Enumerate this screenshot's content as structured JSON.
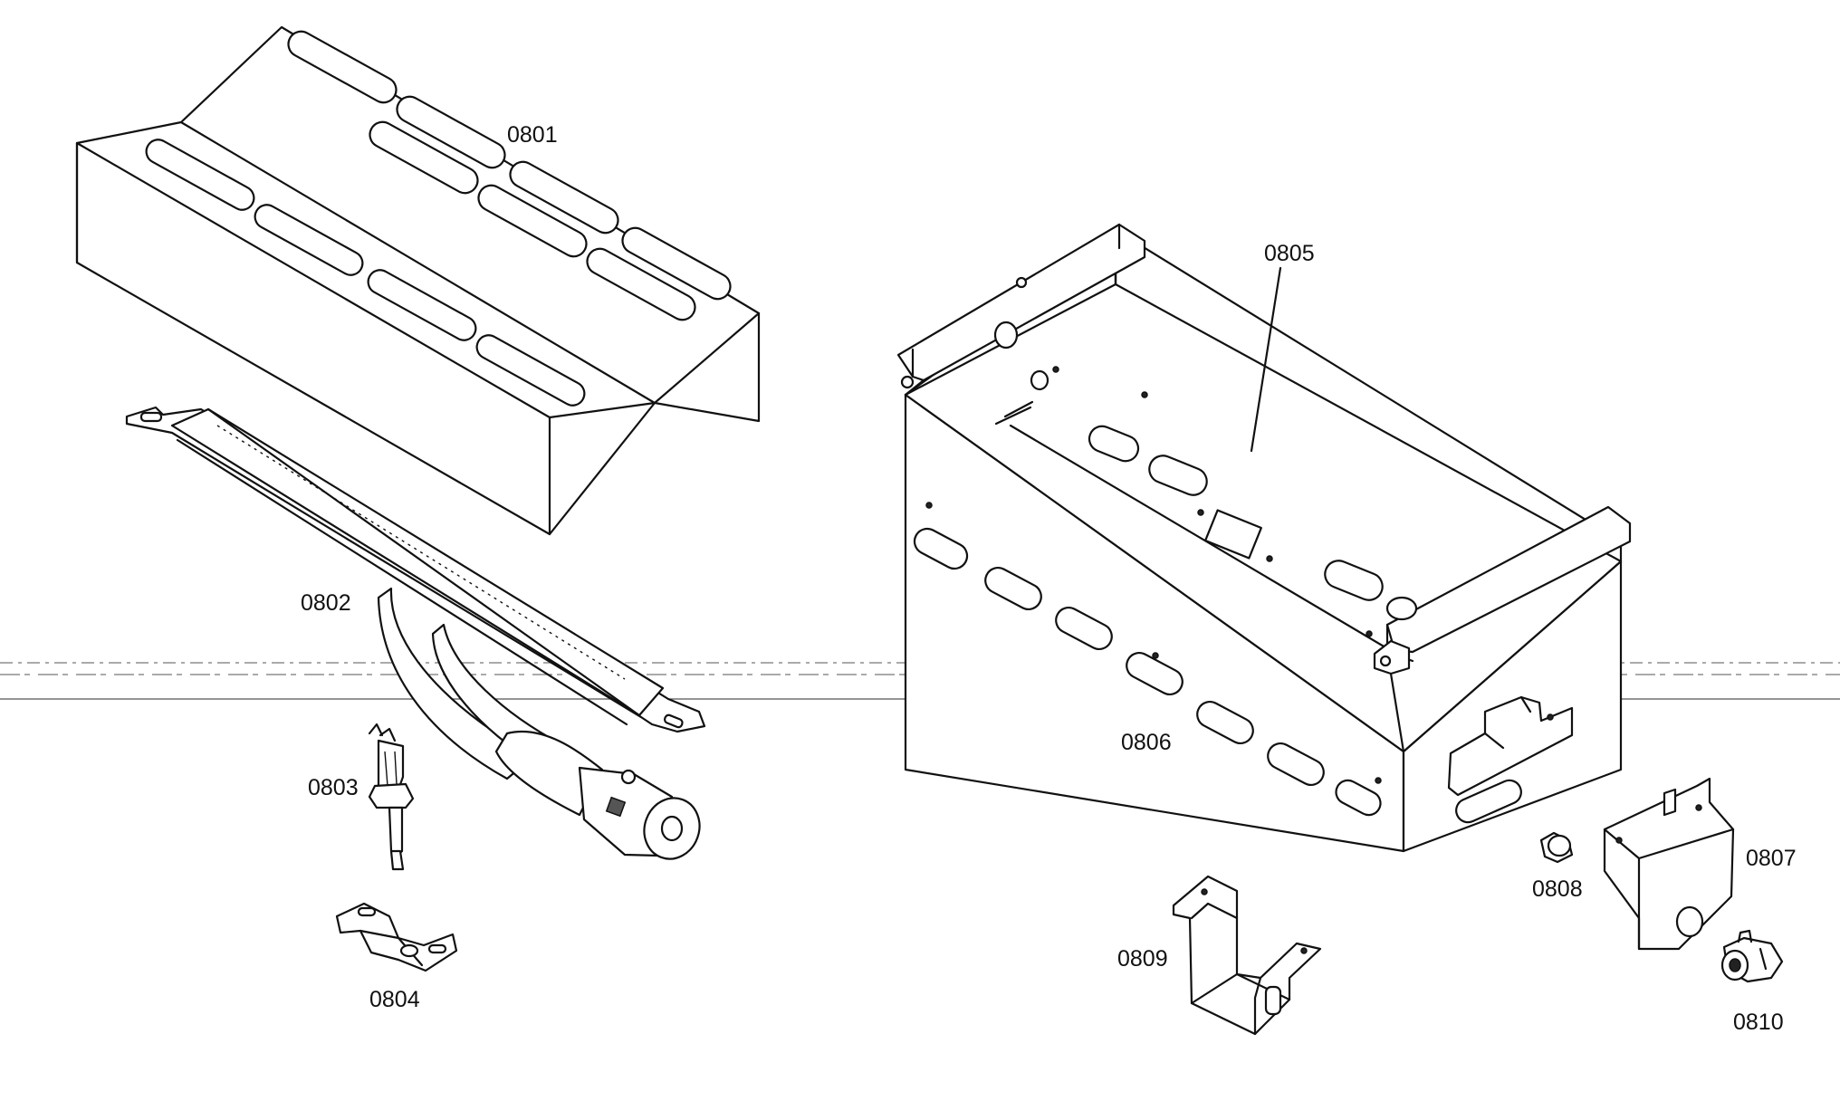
{
  "parts": [
    {
      "id": "p0801",
      "number": "0801"
    },
    {
      "id": "p0802",
      "number": "0802"
    },
    {
      "id": "p0803",
      "number": "0803"
    },
    {
      "id": "p0804",
      "number": "0804"
    },
    {
      "id": "p0805",
      "number": "0805"
    },
    {
      "id": "p0806",
      "number": "0806"
    },
    {
      "id": "p0807",
      "number": "0807"
    },
    {
      "id": "p0808",
      "number": "0808"
    },
    {
      "id": "p0809",
      "number": "0809"
    },
    {
      "id": "p0810",
      "number": "0810"
    }
  ]
}
